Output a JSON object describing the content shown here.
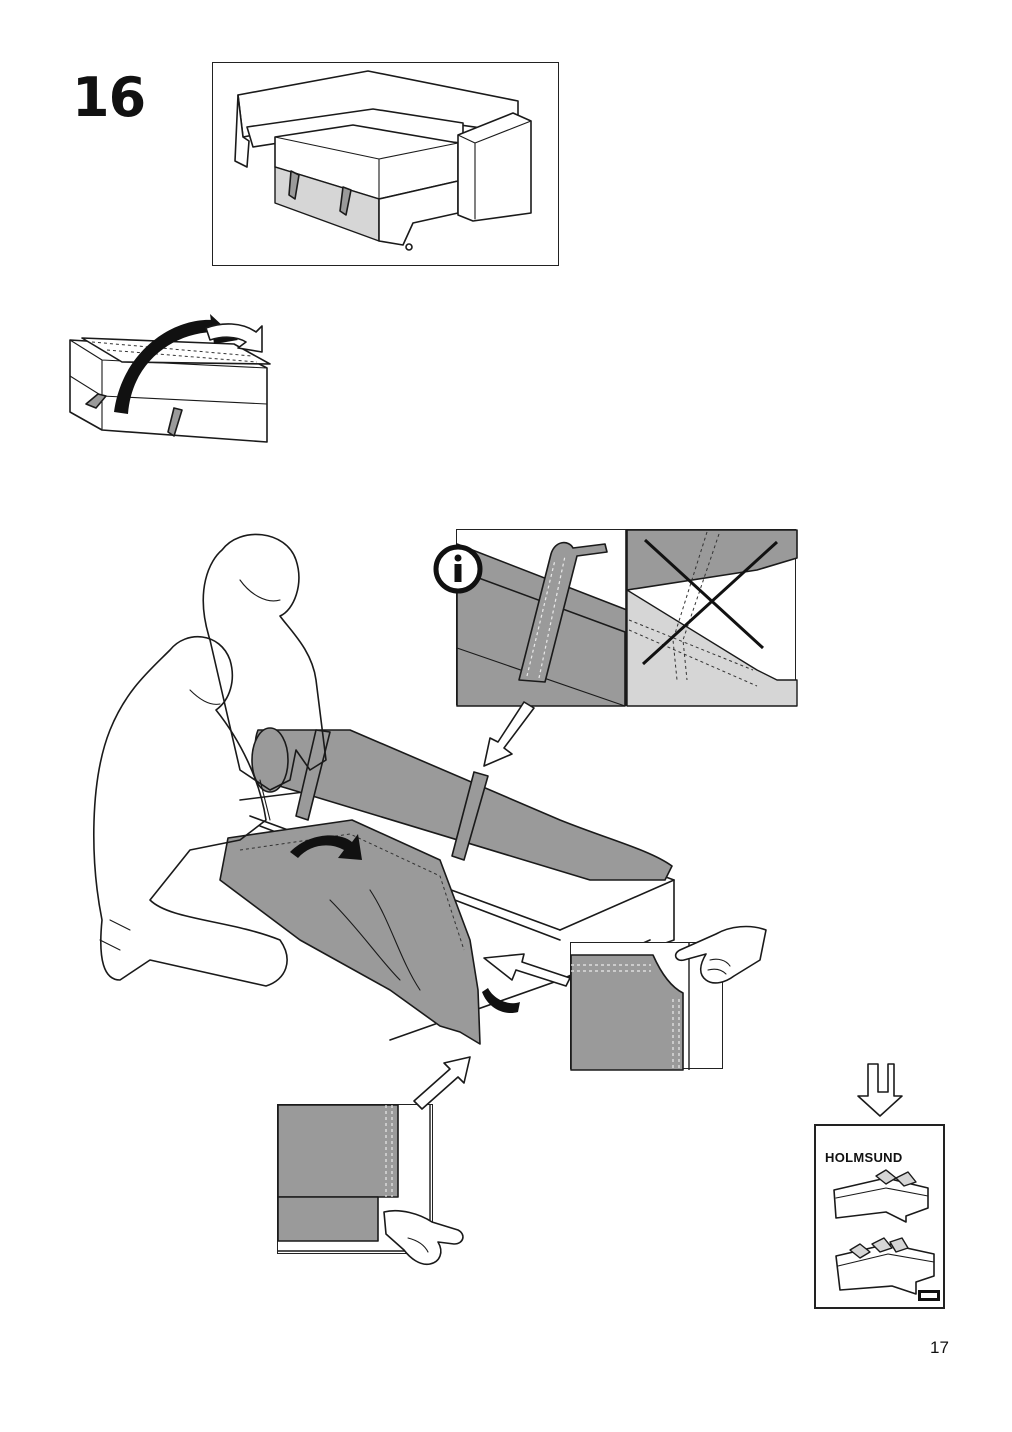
{
  "step": {
    "number": "16"
  },
  "booklet": {
    "title": "HOLMSUND"
  },
  "page": {
    "number": "17"
  },
  "icons": {
    "info": "info-icon",
    "wrong": "cross-icon",
    "next": "outline-arrow-down-icon",
    "hand": "pointing-hand-icon",
    "logo": "ikea-logo"
  }
}
